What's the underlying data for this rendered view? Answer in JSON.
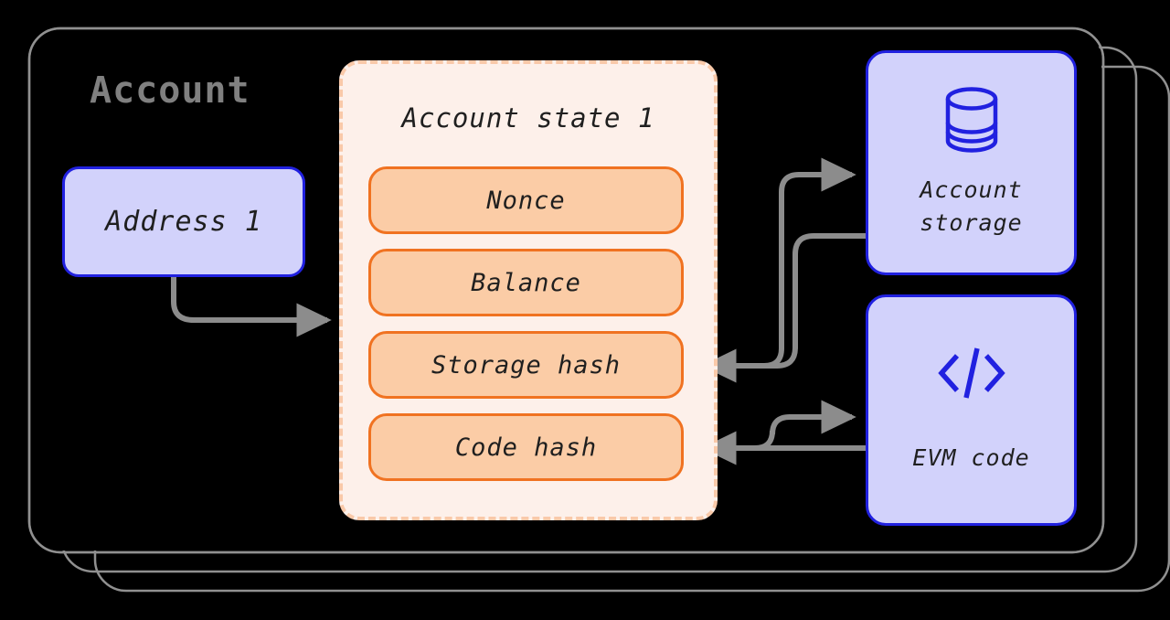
{
  "diagram": {
    "title": "Account",
    "background_color": "#000000",
    "panel_stroke_color": "#909090",
    "accent_blue": "#2121E0",
    "accent_blue_fill": "#D2D2FB",
    "accent_orange": "#F07221",
    "accent_orange_fill": "#FBCCA6",
    "dashed_border_color": "#F9C9A9",
    "dashed_fill_color": "#FDF0EA",
    "arrow_color": "#8C8C8C",
    "title_color": "#808080",
    "text_color": "#1F1F1F"
  },
  "address": {
    "label": "Address 1"
  },
  "account_state": {
    "title": "Account state 1",
    "fields": [
      {
        "name": "nonce",
        "label": "Nonce"
      },
      {
        "name": "balance",
        "label": "Balance"
      },
      {
        "name": "storage-hash",
        "label": "Storage hash"
      },
      {
        "name": "code-hash",
        "label": "Code hash"
      }
    ]
  },
  "side_cards": [
    {
      "name": "account-storage",
      "icon": "database-icon",
      "label": "Account\nstorage",
      "label_line_1": "Account",
      "label_line_2": "storage"
    },
    {
      "name": "evm-code",
      "icon": "code-brackets-icon",
      "label": "EVM code",
      "label_line_1": "EVM code",
      "label_line_2": ""
    }
  ],
  "arrows": [
    {
      "name": "address-to-account-state",
      "from": "Address 1",
      "to": "Account state 1"
    },
    {
      "name": "storage-hash-to-account-storage",
      "from": "Storage hash",
      "to": "Account storage"
    },
    {
      "name": "account-storage-to-storage-hash",
      "from": "Account storage",
      "to": "Storage hash"
    },
    {
      "name": "code-hash-to-evm-code",
      "from": "Code hash",
      "to": "EVM code"
    },
    {
      "name": "evm-code-to-code-hash",
      "from": "EVM code",
      "to": "Code hash"
    }
  ]
}
